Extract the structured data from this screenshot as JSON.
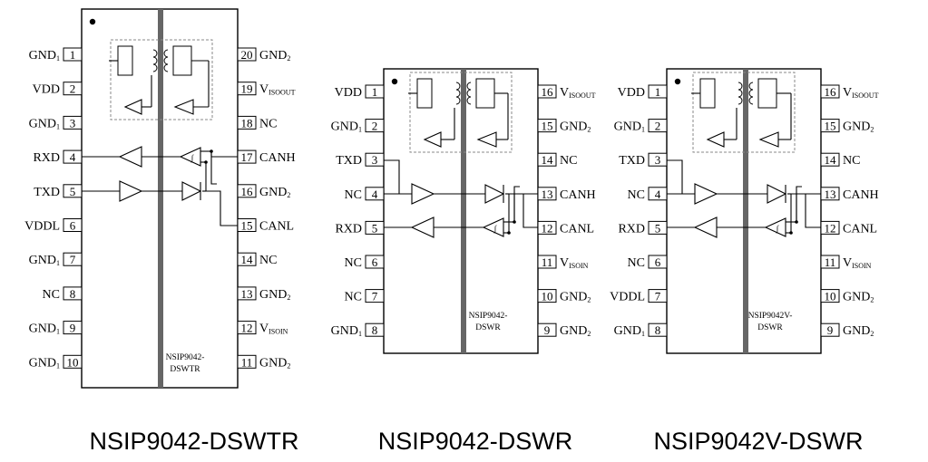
{
  "chips": [
    {
      "name": "NSIP9042-DSWTR",
      "label_line1": "NSIP9042-",
      "label_line2": "DSWTR",
      "left_pins": [
        {
          "num": "1",
          "name": "GND",
          "sub": "1"
        },
        {
          "num": "2",
          "name": "VDD",
          "sub": ""
        },
        {
          "num": "3",
          "name": "GND",
          "sub": "1"
        },
        {
          "num": "4",
          "name": "RXD",
          "sub": ""
        },
        {
          "num": "5",
          "name": "TXD",
          "sub": ""
        },
        {
          "num": "6",
          "name": "VDDL",
          "sub": ""
        },
        {
          "num": "7",
          "name": "GND",
          "sub": "1"
        },
        {
          "num": "8",
          "name": "NC",
          "sub": ""
        },
        {
          "num": "9",
          "name": "GND",
          "sub": "1"
        },
        {
          "num": "10",
          "name": "GND",
          "sub": "1"
        }
      ],
      "right_pins": [
        {
          "num": "20",
          "name": "GND",
          "sub": "2"
        },
        {
          "num": "19",
          "name": "V",
          "sub": "ISOOUT"
        },
        {
          "num": "18",
          "name": "NC",
          "sub": ""
        },
        {
          "num": "17",
          "name": "CANH",
          "sub": ""
        },
        {
          "num": "16",
          "name": "GND",
          "sub": "2"
        },
        {
          "num": "15",
          "name": "CANL",
          "sub": ""
        },
        {
          "num": "14",
          "name": "NC",
          "sub": ""
        },
        {
          "num": "13",
          "name": "GND",
          "sub": "2"
        },
        {
          "num": "12",
          "name": "V",
          "sub": "ISOIN"
        },
        {
          "num": "11",
          "name": "GND",
          "sub": "2"
        }
      ]
    },
    {
      "name": "NSIP9042-DSWR",
      "label_line1": "NSIP9042-",
      "label_line2": "DSWR",
      "left_pins": [
        {
          "num": "1",
          "name": "VDD",
          "sub": ""
        },
        {
          "num": "2",
          "name": "GND",
          "sub": "1"
        },
        {
          "num": "3",
          "name": "TXD",
          "sub": ""
        },
        {
          "num": "4",
          "name": "NC",
          "sub": ""
        },
        {
          "num": "5",
          "name": "RXD",
          "sub": ""
        },
        {
          "num": "6",
          "name": "NC",
          "sub": ""
        },
        {
          "num": "7",
          "name": "NC",
          "sub": ""
        },
        {
          "num": "8",
          "name": "GND",
          "sub": "1"
        }
      ],
      "right_pins": [
        {
          "num": "16",
          "name": "V",
          "sub": "ISOOUT"
        },
        {
          "num": "15",
          "name": "GND",
          "sub": "2"
        },
        {
          "num": "14",
          "name": "NC",
          "sub": ""
        },
        {
          "num": "13",
          "name": "CANH",
          "sub": ""
        },
        {
          "num": "12",
          "name": "CANL",
          "sub": ""
        },
        {
          "num": "11",
          "name": "V",
          "sub": "ISOIN"
        },
        {
          "num": "10",
          "name": "GND",
          "sub": "2"
        },
        {
          "num": "9",
          "name": "GND",
          "sub": "2"
        }
      ]
    },
    {
      "name": "NSIP9042V-DSWR",
      "label_line1": "NSIP9042V-",
      "label_line2": "DSWR",
      "left_pins": [
        {
          "num": "1",
          "name": "VDD",
          "sub": ""
        },
        {
          "num": "2",
          "name": "GND",
          "sub": "1"
        },
        {
          "num": "3",
          "name": "TXD",
          "sub": ""
        },
        {
          "num": "4",
          "name": "NC",
          "sub": ""
        },
        {
          "num": "5",
          "name": "RXD",
          "sub": ""
        },
        {
          "num": "6",
          "name": "NC",
          "sub": ""
        },
        {
          "num": "7",
          "name": "VDDL",
          "sub": ""
        },
        {
          "num": "8",
          "name": "GND",
          "sub": "1"
        }
      ],
      "right_pins": [
        {
          "num": "16",
          "name": "V",
          "sub": "ISOOUT"
        },
        {
          "num": "15",
          "name": "GND",
          "sub": "2"
        },
        {
          "num": "14",
          "name": "NC",
          "sub": ""
        },
        {
          "num": "13",
          "name": "CANH",
          "sub": ""
        },
        {
          "num": "12",
          "name": "CANL",
          "sub": ""
        },
        {
          "num": "11",
          "name": "V",
          "sub": "ISOIN"
        },
        {
          "num": "10",
          "name": "GND",
          "sub": "2"
        },
        {
          "num": "9",
          "name": "GND",
          "sub": "2"
        }
      ]
    }
  ],
  "colors": {
    "stroke": "#000000",
    "barrier": "#666666",
    "dashed": "#8a8a8a"
  }
}
